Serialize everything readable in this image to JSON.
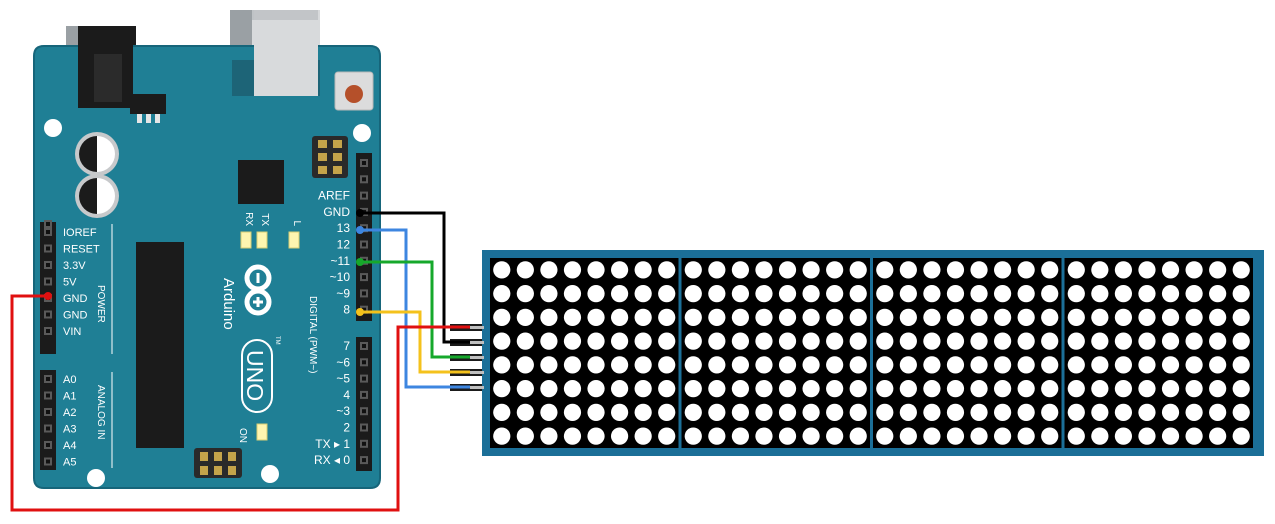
{
  "board": {
    "brand": "Arduino",
    "model": "UNO",
    "tm": "TM",
    "led_rx": "RX",
    "led_tx": "TX",
    "led_l": "L",
    "led_on": "ON",
    "power_header": [
      "IOREF",
      "RESET",
      "3.3V",
      "5V",
      "GND",
      "GND",
      "VIN"
    ],
    "power_group": "POWER",
    "analog_header": [
      "A0",
      "A1",
      "A2",
      "A3",
      "A4",
      "A5"
    ],
    "analog_group": "ANALOG IN",
    "digital_upper": [
      "AREF",
      "GND",
      "13",
      "12",
      "~11",
      "~10",
      "~9",
      "8"
    ],
    "digital_lower": [
      "7",
      "~6",
      "~5",
      "4",
      "~3",
      "2",
      "TX ▸ 1",
      "RX ◂ 0"
    ],
    "digital_group": "DIGITAL (PWM~)"
  },
  "matrix": {
    "modules": 4,
    "rows": 8,
    "cols": 8,
    "pins": 5
  },
  "colors": {
    "board": "#1f7f95",
    "board_edge": "#16657a",
    "matrix_frame": "#1b6f98",
    "wire_gnd": "#000000",
    "wire_clk": "#3d86e0",
    "wire_din": "#16a82b",
    "wire_cs": "#f4c21c",
    "wire_vcc": "#e01010"
  }
}
